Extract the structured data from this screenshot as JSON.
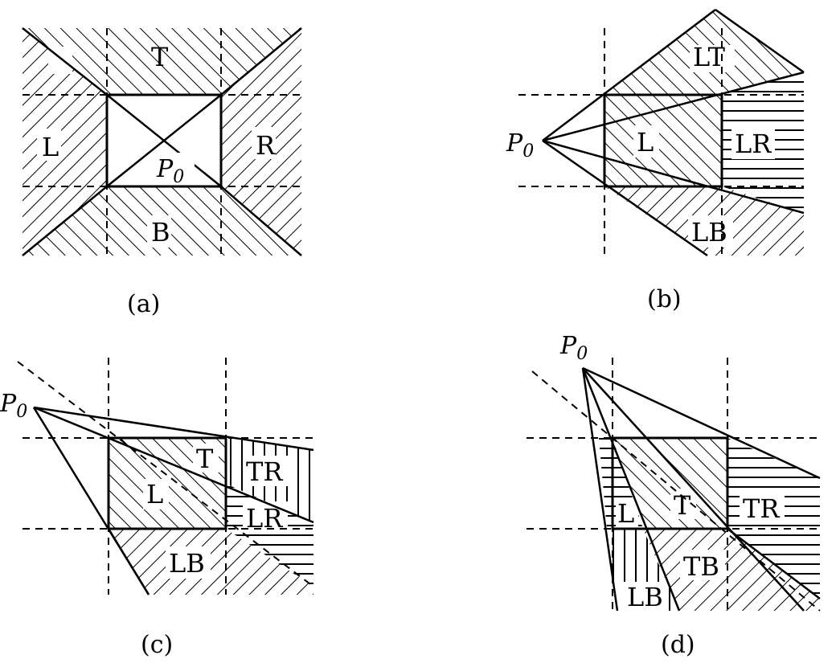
{
  "panels": [
    {
      "caption": "(a)",
      "point_label": "P",
      "point_sub": "0",
      "regions": [
        "T",
        "L",
        "R",
        "B"
      ]
    },
    {
      "caption": "(b)",
      "point_label": "P",
      "point_sub": "0",
      "regions": [
        "LT",
        "L",
        "LR",
        "LB"
      ]
    },
    {
      "caption": "(c)",
      "point_label": "P",
      "point_sub": "0",
      "regions": [
        "T",
        "TR",
        "L",
        "LR",
        "LB"
      ]
    },
    {
      "caption": "(d)",
      "point_label": "P",
      "point_sub": "0",
      "regions": [
        "T",
        "TR",
        "L",
        "TB",
        "LB"
      ]
    }
  ]
}
